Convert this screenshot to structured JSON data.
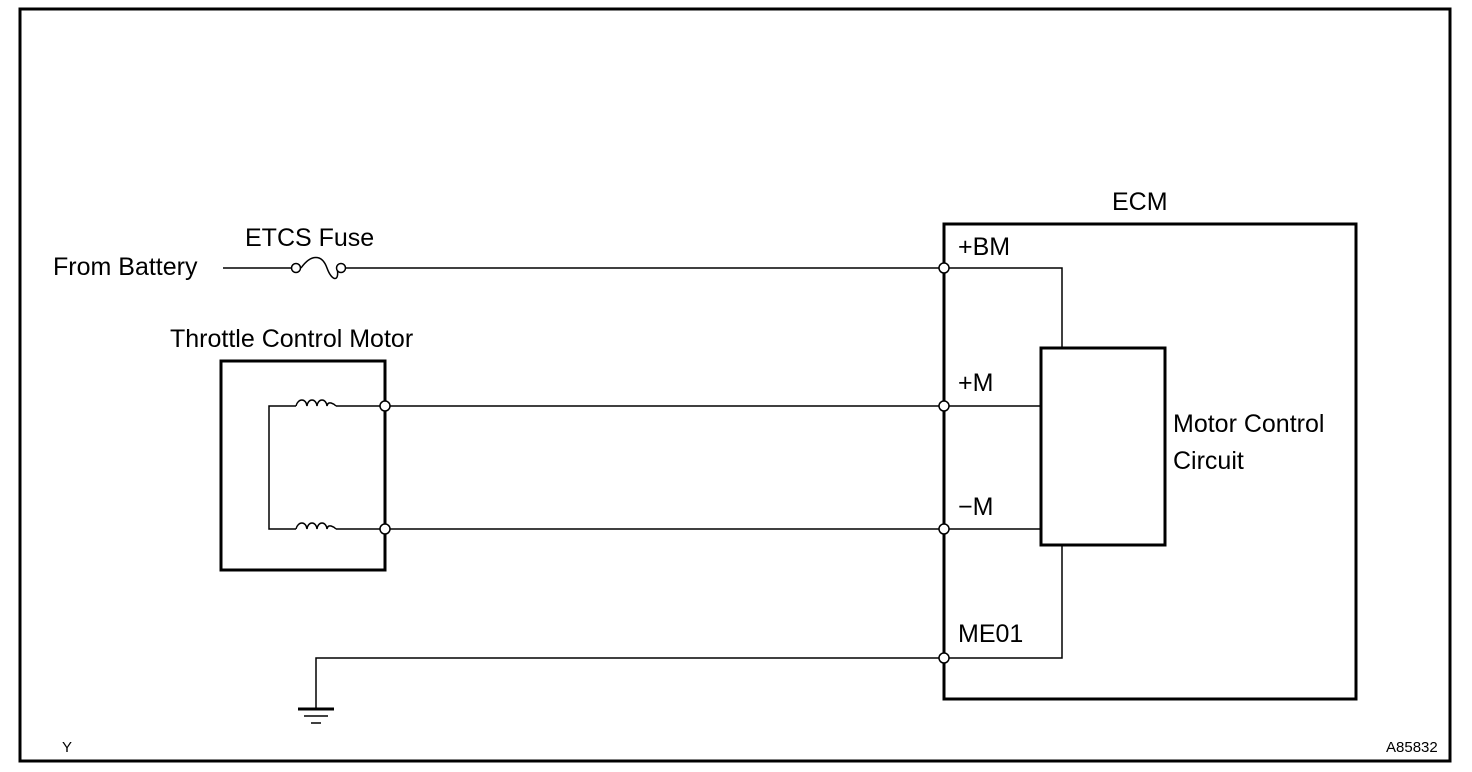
{
  "labels": {
    "from_battery": "From Battery",
    "etcs_fuse": "ETCS Fuse",
    "throttle_motor": "Throttle Control Motor",
    "ecm": "ECM",
    "motor_control_line1": "Motor Control",
    "motor_control_line2": "Circuit"
  },
  "terminals": {
    "bm": "+BM",
    "plus_m": "+M",
    "minus_m": "−M",
    "me01": "ME01"
  },
  "corner": {
    "left": "Y",
    "right": "A85832"
  },
  "colors": {
    "ink": "#000000",
    "background": "#ffffff"
  }
}
